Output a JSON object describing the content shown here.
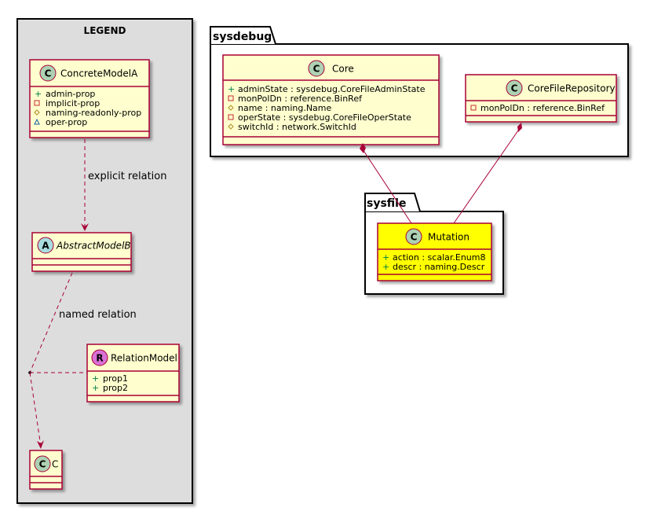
{
  "legend": {
    "title": "LEGEND",
    "concrete": {
      "stereo": "C",
      "name": "ConcreteModelA",
      "attrs": [
        {
          "vis": "+",
          "text": "admin-prop"
        },
        {
          "vis": "-",
          "text": "implicit-prop"
        },
        {
          "vis": "#",
          "text": "naming-readonly-prop"
        },
        {
          "vis": "~",
          "text": "oper-prop"
        }
      ]
    },
    "explicit_relation": "explicit relation",
    "abstract": {
      "stereo": "A",
      "name": "AbstractModelB"
    },
    "named_relation": "named relation",
    "relation_model": {
      "stereo": "R",
      "name": "RelationModel",
      "attrs": [
        {
          "vis": "+",
          "text": "prop1"
        },
        {
          "vis": "+",
          "text": "prop2"
        }
      ]
    },
    "c_class": {
      "stereo": "C",
      "name": "C"
    }
  },
  "packages": {
    "sysdebug": {
      "name": "sysdebug",
      "core": {
        "stereo": "C",
        "name": "Core",
        "attrs": [
          {
            "vis": "+",
            "text": "adminState : sysdebug.CoreFileAdminState"
          },
          {
            "vis": "-",
            "text": "monPolDn : reference.BinRef"
          },
          {
            "vis": "#",
            "text": "name : naming.Name"
          },
          {
            "vis": "-",
            "text": "operState : sysdebug.CoreFileOperState"
          },
          {
            "vis": "#",
            "text": "switchId : network.SwitchId"
          }
        ]
      },
      "repo": {
        "stereo": "C",
        "name": "CoreFileRepository",
        "attrs": [
          {
            "vis": "-",
            "text": "monPolDn : reference.BinRef"
          }
        ]
      }
    },
    "sysfile": {
      "name": "sysfile",
      "mutation": {
        "stereo": "C",
        "name": "Mutation",
        "attrs": [
          {
            "vis": "+",
            "text": "action : scalar.Enum8"
          },
          {
            "vis": "+",
            "text": "descr : naming.Descr"
          }
        ]
      }
    }
  },
  "colors": {
    "class_fill": "#FEFECE",
    "class_border": "#A80036",
    "highlight_fill": "#FFFF00",
    "legend_fill": "#DDDDDD",
    "stereo_c": "#ADD1B2",
    "stereo_a": "#A9DCDF",
    "stereo_r": "#DA70D6",
    "vis_public": "#038048",
    "vis_private": "#C82930",
    "vis_protected": "#B38D22",
    "vis_package": "#1963A0"
  }
}
